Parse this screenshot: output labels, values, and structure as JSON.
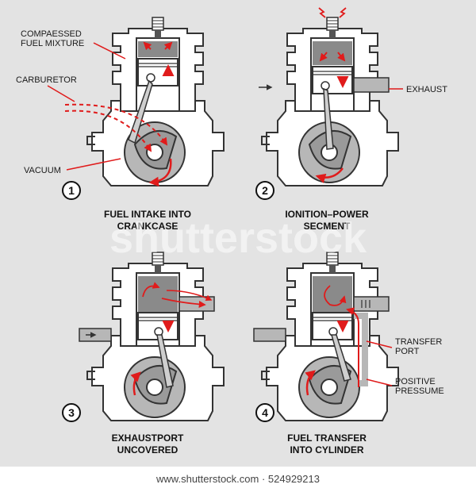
{
  "colors": {
    "background": "#e3e3e3",
    "engine_fill": "#ffffff",
    "engine_stroke": "#333333",
    "crank_fill": "#b7b7b7",
    "chamber_fill": "#8a8a8a",
    "accent": "#e01b1b"
  },
  "panels": [
    {
      "number": "1",
      "caption_line1": "FUEL INTAKE INTO",
      "caption_line2": "CRANKCASE",
      "labels": [
        "COMPAESSED",
        "FUEL MIXTURE",
        "CARBURETOR",
        "VACUUM"
      ]
    },
    {
      "number": "2",
      "caption_line1": "IONITION–POWER",
      "caption_line2": "SECMENT",
      "labels": [
        "EXHAUST"
      ]
    },
    {
      "number": "3",
      "caption_line1": "EXHAUSTPORT",
      "caption_line2": "UNCOVERED",
      "labels": []
    },
    {
      "number": "4",
      "caption_line1": "FUEL TRANSFER",
      "caption_line2": "INTO CYLINDER",
      "labels": [
        "TRANSFER",
        "PORT",
        "POSITIVE",
        "PRESSUME"
      ]
    }
  ],
  "watermark": "shutterstock",
  "footer": "www.shutterstock.com · 524929213"
}
